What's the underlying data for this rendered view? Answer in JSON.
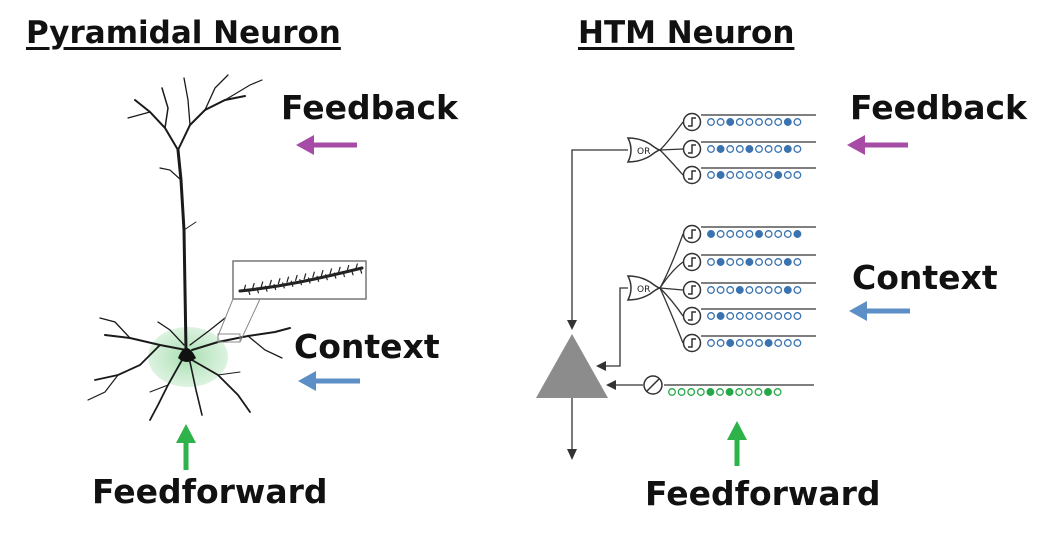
{
  "left_panel": {
    "title": "Pyramidal Neuron",
    "feedback_label": "Feedback",
    "context_label": "Context",
    "feedforward_label": "Feedforward"
  },
  "right_panel": {
    "title": "HTM Neuron",
    "feedback_label": "Feedback",
    "context_label": "Context",
    "feedforward_label": "Feedforward",
    "or_gate_label": "OR",
    "feedback_segments": [
      [
        0,
        0,
        1,
        0,
        0,
        0,
        0,
        0,
        1,
        0
      ],
      [
        0,
        1,
        0,
        0,
        1,
        0,
        0,
        0,
        1,
        0
      ],
      [
        0,
        1,
        0,
        0,
        0,
        0,
        0,
        1,
        0,
        0
      ]
    ],
    "context_segments": [
      [
        1,
        0,
        0,
        0,
        0,
        1,
        0,
        0,
        0,
        1
      ],
      [
        0,
        1,
        0,
        0,
        1,
        0,
        0,
        0,
        1,
        0
      ],
      [
        0,
        0,
        0,
        1,
        0,
        0,
        0,
        0,
        1,
        0
      ],
      [
        0,
        1,
        0,
        0,
        0,
        0,
        0,
        0,
        0,
        0
      ],
      [
        0,
        0,
        1,
        0,
        0,
        0,
        1,
        0,
        0,
        0
      ]
    ],
    "feedforward_synapses": [
      0,
      0,
      0,
      0,
      1,
      0,
      1,
      0,
      0,
      0,
      1,
      0
    ]
  },
  "colors": {
    "feedback": "#a64ca6",
    "context": "#5b8fc6",
    "feedforward": "#2db34a",
    "blue_synapse": "#3a73b0",
    "green_synapse": "#25a848",
    "soma": "#8c8c8c"
  }
}
